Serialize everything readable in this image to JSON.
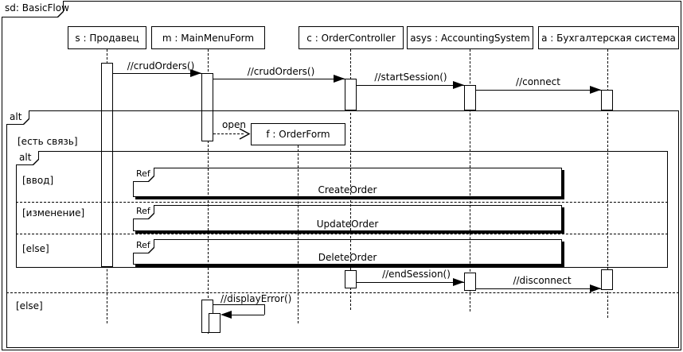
{
  "diagram_title": "sd: BasicFlow",
  "lifelines": [
    {
      "label": "s : Продавец"
    },
    {
      "label": "m : MainMenuForm"
    },
    {
      "label": "c : OrderController"
    },
    {
      "label": "asys : AccountingSystem"
    },
    {
      "label": "a : Бухгалтерская система"
    }
  ],
  "created_lifeline": {
    "label": "f : OrderForm"
  },
  "messages": {
    "crud_orders_s_m": "//crudOrders()",
    "crud_orders_m_c": "//crudOrders()",
    "start_session": "//startSession()",
    "connect": "//connect",
    "open": "open",
    "end_session": "//endSession()",
    "disconnect": "//disconnect",
    "display_error": "//displayError()"
  },
  "fragments": {
    "outer_alt": {
      "operator": "alt",
      "guard_true": "[есть связь]",
      "guard_else": "[else]"
    },
    "inner_alt": {
      "operator": "alt",
      "guard_input": "[ввод]",
      "guard_change": "[изменение]",
      "guard_else": "[else]"
    }
  },
  "refs": [
    {
      "tag": "Ref",
      "name": "CreateOrder"
    },
    {
      "tag": "Ref",
      "name": "UpdateOrder"
    },
    {
      "tag": "Ref",
      "name": "DeleteOrder"
    }
  ],
  "colors": {
    "line": "#000000",
    "background": "#ffffff"
  }
}
